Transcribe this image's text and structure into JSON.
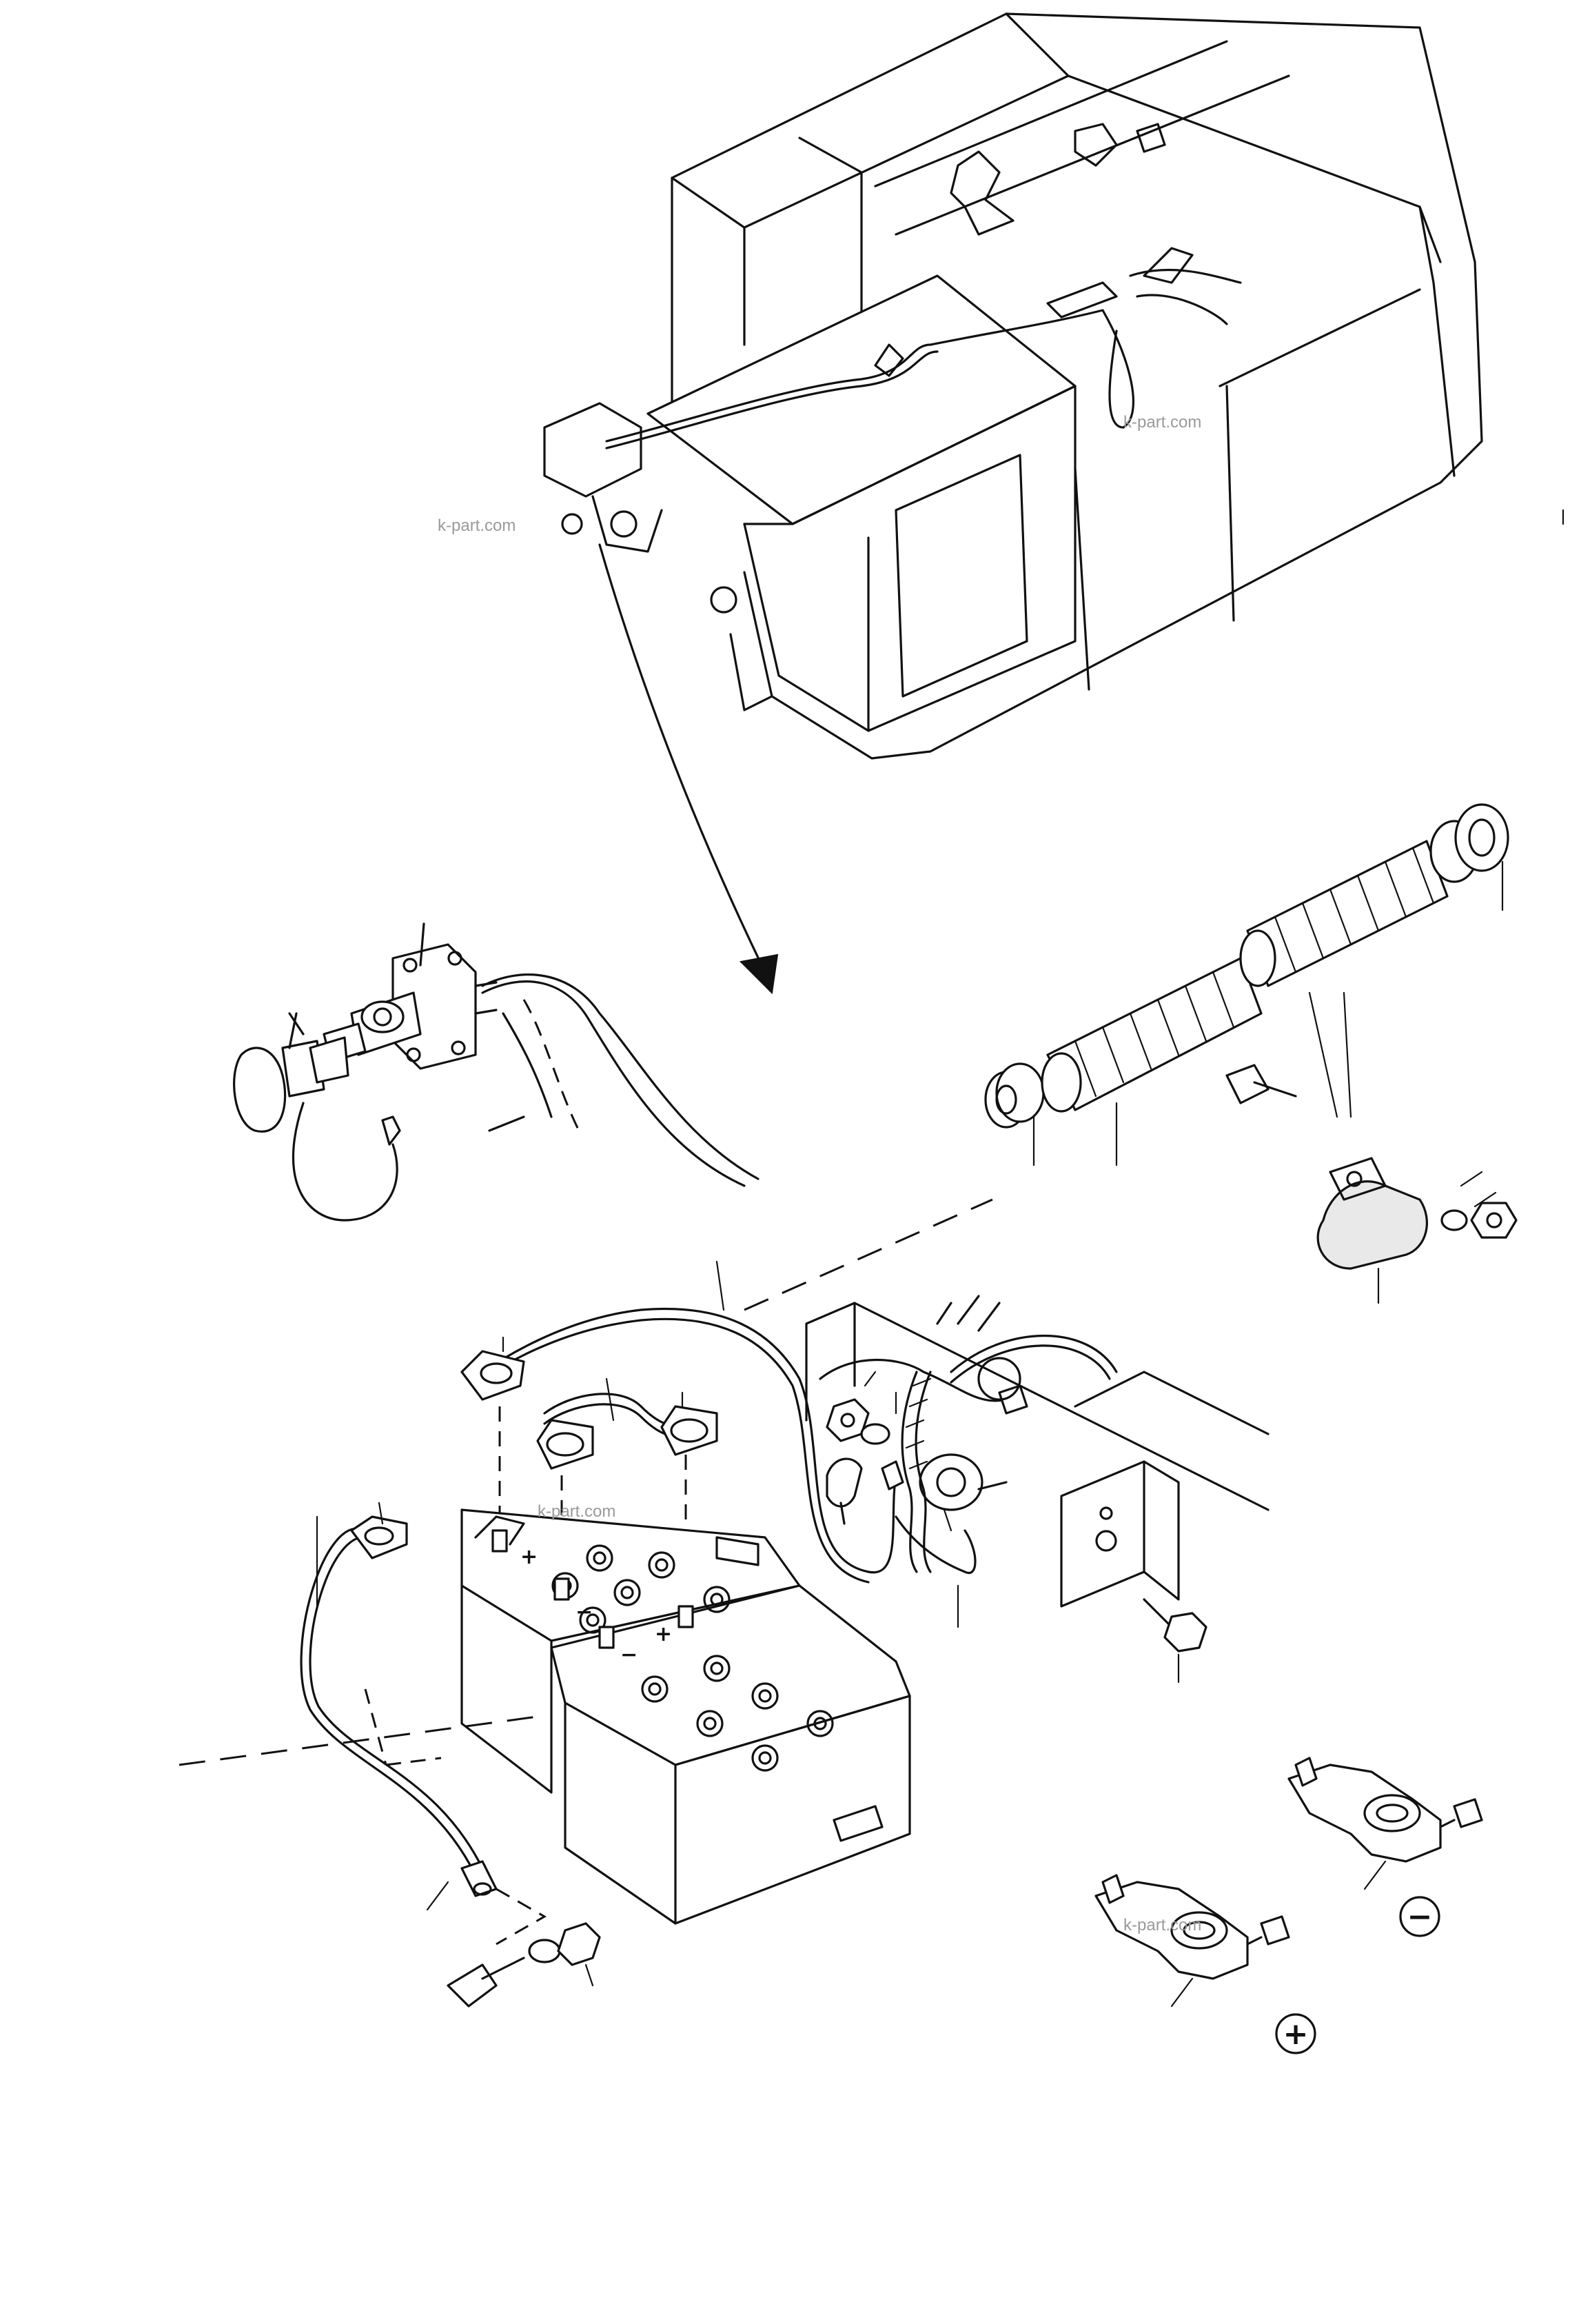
{
  "watermarks": [
    "k-part.com",
    "k-part.com",
    "k-part.com",
    "k-part.com"
  ],
  "symbols": {
    "positive": "+",
    "negative": "−"
  },
  "colors": {
    "line": "#111111",
    "background": "#ffffff",
    "watermark": "#9a9a9a"
  }
}
